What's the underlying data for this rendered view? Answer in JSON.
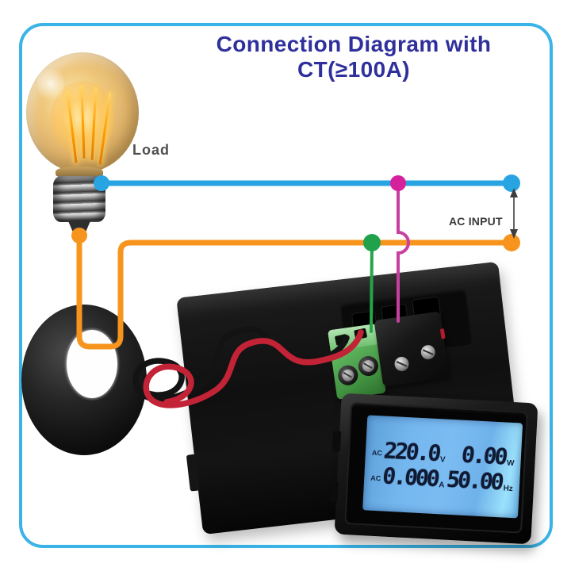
{
  "title": "Connection Diagram with CT(≥100A)",
  "labels": {
    "load": "Load",
    "ac_input": "AC INPUT"
  },
  "meter_display": {
    "type": "lcd-panel-meter",
    "backlight": "blue",
    "rows": [
      {
        "mode": "AC",
        "main": "220.0",
        "main_unit": "V",
        "sub": "0.00",
        "sub_unit": "W"
      },
      {
        "mode": "AC",
        "main": "0.000",
        "main_unit": "A",
        "sub": "50.00",
        "sub_unit": "Hz"
      }
    ]
  },
  "colors": {
    "frame_border": "#3ab4e6",
    "title_text": "#2f309c",
    "wire_blue": "#29a4e2",
    "wire_orange": "#f7941e",
    "wire_magenta": "#c8409f",
    "dot_magenta": "#d5219c",
    "wire_green": "#27a348",
    "dot_green": "#1fa24b",
    "ct_wire_red": "#c32336",
    "ct_wire_black": "#131313",
    "arrow": "#3d3d3d",
    "lcd_backlight": "#74b6ee",
    "lcd_digits": "#101a33"
  }
}
